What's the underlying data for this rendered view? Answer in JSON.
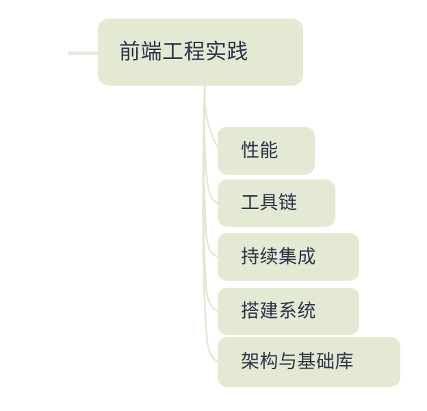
{
  "diagram": {
    "type": "mindmap",
    "background_color": "#ffffff",
    "node_fill_color": "#e4e9d4",
    "node_text_color": "#2b3448",
    "connector_color": "#dfe4cf",
    "root": {
      "label": "前端工程实践",
      "icon": "root-node"
    },
    "incoming_stub": {
      "name": "parent-connector-stub"
    },
    "children": [
      {
        "label": "性能"
      },
      {
        "label": "工具链"
      },
      {
        "label": "持续集成"
      },
      {
        "label": "搭建系统"
      },
      {
        "label": "架构与基础库"
      }
    ],
    "connectors": [
      {
        "from": "root",
        "to": "性能"
      },
      {
        "from": "root",
        "to": "工具链"
      },
      {
        "from": "root",
        "to": "持续集成"
      },
      {
        "from": "root",
        "to": "搭建系统"
      },
      {
        "from": "root",
        "to": "架构与基础库"
      }
    ]
  }
}
